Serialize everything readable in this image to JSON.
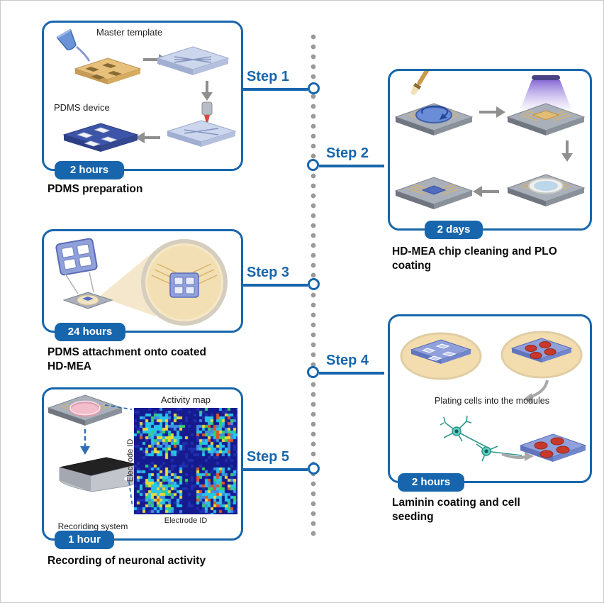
{
  "figure": {
    "colors": {
      "accent_blue": "#1766ad",
      "dot_gray": "#9a9a9a",
      "pdms_blue": "#8fa0da",
      "well_red": "#c8392b",
      "dish_tan": "#f3ddae",
      "heatmap_base": "#151a8f"
    },
    "steps": [
      {
        "label": "Step 1"
      },
      {
        "label": "Step 2"
      },
      {
        "label": "Step 3"
      },
      {
        "label": "Step 4"
      },
      {
        "label": "Step 5"
      }
    ],
    "panels": {
      "step1": {
        "badge": "2 hours",
        "caption": "PDMS preparation",
        "label_master_template": "Master template",
        "label_pdms_device": "PDMS device"
      },
      "step2": {
        "badge": "2 days",
        "caption": "HD-MEA chip cleaning and PLO coating"
      },
      "step3": {
        "badge": "24 hours",
        "caption": "PDMS attachment onto coated HD-MEA"
      },
      "step4": {
        "badge": "2 hours",
        "caption": "Laminin coating and cell seeding",
        "label_plating": "Plating cells into the modules"
      },
      "step5": {
        "badge": "1 hour",
        "caption": "Recording of neuronal activity",
        "label_activity_map": "Activity map",
        "label_electrode_id_y": "Electrode ID",
        "label_electrode_id_x": "Electrode ID",
        "label_recording_system": "Recoriding system"
      }
    }
  }
}
